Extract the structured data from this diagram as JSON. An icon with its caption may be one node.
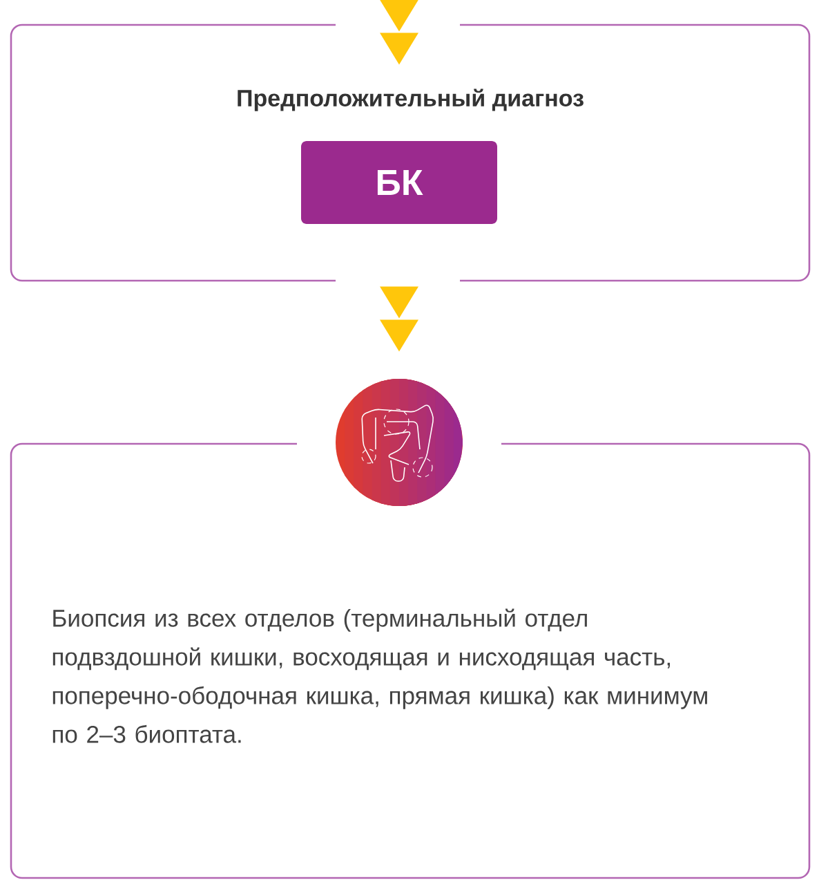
{
  "diagram": {
    "nodes": [
      {
        "text": [
          "Предположительный диагноз"
        ]
      },
      {
        "text": [
          "БК"
        ],
        "in": 0
      },
      {
        "text": [
          "Биопсия из всех отделов (терминальный отдел подвздошной кишки, восходящая и нисходящая часть, поперечно-ободочная кишка, прямая кишка) как минимум по 2–3 биоптата."
        ]
      },
      {
        "text": [],
        "shape": "circle"
      }
    ],
    "edges": [
      {
        "from": null,
        "to": 0,
        "arrow": "to"
      },
      {
        "from": 0,
        "to": 3,
        "arrow": "to"
      }
    ]
  }
}
